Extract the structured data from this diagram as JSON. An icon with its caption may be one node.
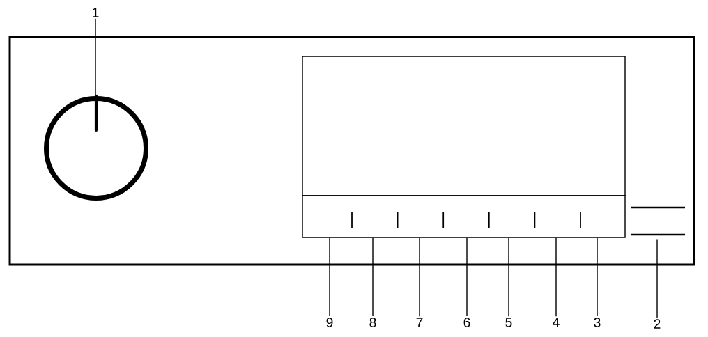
{
  "diagram": {
    "nodes": [
      {
        "text": [
          "1"
        ]
      },
      {
        "text": [],
        "shape": "circle"
      },
      {
        "text": [
          "9"
        ]
      },
      {
        "text": [
          "8"
        ]
      },
      {
        "text": [
          "7"
        ]
      },
      {
        "text": [
          "6"
        ]
      },
      {
        "text": [
          "5"
        ]
      },
      {
        "text": [
          "4"
        ]
      },
      {
        "text": [
          "3"
        ]
      },
      {
        "text": [
          "2"
        ]
      },
      {
        "text": [],
        "shape": "box"
      },
      {
        "text": [],
        "shape": "bar"
      }
    ],
    "edges": [
      {
        "from": 0,
        "to": 1,
        "arrow": "none"
      },
      {
        "from": 2,
        "to": 10,
        "arrow": "none"
      },
      {
        "from": 3,
        "to": 10,
        "arrow": "none"
      },
      {
        "from": 4,
        "to": 10,
        "arrow": "none"
      },
      {
        "from": 5,
        "to": 10,
        "arrow": "none"
      },
      {
        "from": 6,
        "to": 10,
        "arrow": "none"
      },
      {
        "from": 7,
        "to": 10,
        "arrow": "none"
      },
      {
        "from": 8,
        "to": 10,
        "arrow": "none"
      },
      {
        "from": 9,
        "to": 11,
        "arrow": "none"
      }
    ]
  }
}
